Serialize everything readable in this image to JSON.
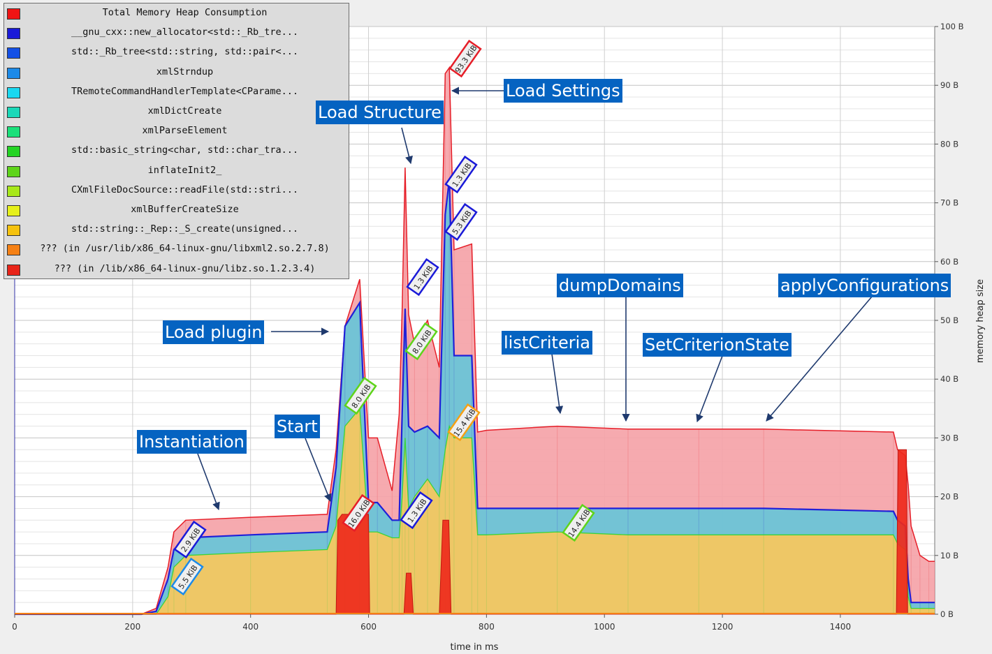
{
  "chart_data": {
    "type": "area",
    "xlabel": "time in ms",
    "ylabel": "memory heap size",
    "xlim": [
      0,
      1560
    ],
    "ylim": [
      0,
      100
    ],
    "xticks": [
      "0",
      "200",
      "400",
      "600",
      "800",
      "1000",
      "1200",
      "1400"
    ],
    "yticks": [
      "0 B",
      "10 B",
      "20 B",
      "30 B",
      "40 B",
      "50 B",
      "60 B",
      "70 B",
      "80 B",
      "90 B",
      "100 B"
    ],
    "grid": true,
    "legend_position": "top-left",
    "legend": [
      {
        "name": "Total Memory Heap Consumption",
        "color": "#f01414"
      },
      {
        "name": "__gnu_cxx::new_allocator<std::_Rb_tre...",
        "color": "#1a1ad8"
      },
      {
        "name": "std::_Rb_tree<std::string, std::pair<...",
        "color": "#1450e6"
      },
      {
        "name": "xmlStrndup",
        "color": "#1c8ae8"
      },
      {
        "name": "TRemoteCommandHandlerTemplate<CParame...",
        "color": "#1ad8f0"
      },
      {
        "name": "xmlDictCreate",
        "color": "#1ad8b8"
      },
      {
        "name": "xmlParseElement",
        "color": "#1ae07a"
      },
      {
        "name": "std::basic_string<char, std::char_tra...",
        "color": "#24d424"
      },
      {
        "name": "inflateInit2_",
        "color": "#5ed41a"
      },
      {
        "name": "CXmlFileDocSource::readFile(std::stri...",
        "color": "#a8e81a"
      },
      {
        "name": "xmlBufferCreateSize",
        "color": "#e6f01a"
      },
      {
        "name": "std::string::_Rep::_S_create(unsigned...",
        "color": "#f5c20e"
      },
      {
        "name": "??? (in /usr/lib/x86_64-linux-gnu/libxml2.so.2.7.8)",
        "color": "#f58014"
      },
      {
        "name": "??? (in /lib/x86_64-linux-gnu/libz.so.1.2.3.4)",
        "color": "#e82418"
      }
    ],
    "series": [
      {
        "name": "Total Memory Heap Consumption",
        "x": [
          0,
          215,
          240,
          260,
          270,
          290,
          400,
          530,
          545,
          560,
          585,
          600,
          615,
          640,
          652,
          657,
          662,
          668,
          678,
          700,
          720,
          730,
          737,
          745,
          775,
          785,
          800,
          920,
          1040,
          1160,
          1270,
          1490,
          1497,
          1510,
          1515,
          1520,
          1535,
          1550,
          1560
        ],
        "y": [
          0,
          0,
          1,
          8,
          14,
          16,
          16.5,
          17,
          28,
          49,
          57,
          30,
          30,
          21,
          34,
          52,
          76,
          51,
          46,
          50,
          42,
          92,
          93,
          62,
          63,
          31,
          31.3,
          32,
          31.5,
          31.5,
          31.5,
          31,
          28,
          27,
          22,
          15,
          10,
          9,
          9
        ]
      },
      {
        "name": "__gnu_cxx::new_allocator<std::_Rb_tre...",
        "x": [
          0,
          215,
          240,
          260,
          270,
          290,
          400,
          530,
          545,
          560,
          585,
          600,
          615,
          640,
          652,
          657,
          662,
          668,
          678,
          700,
          720,
          730,
          737,
          745,
          775,
          785,
          800,
          920,
          1040,
          1160,
          1270,
          1490,
          1497,
          1510,
          1515,
          1520,
          1535,
          1550,
          1560
        ],
        "y": [
          0,
          0,
          0.5,
          6,
          11,
          13,
          13.5,
          14,
          25,
          49,
          53,
          19,
          19,
          16,
          16,
          34,
          52,
          32,
          31,
          32,
          30,
          68,
          74,
          44,
          44,
          18,
          18,
          18,
          18,
          18,
          18,
          17.5,
          16,
          15,
          6,
          2,
          2,
          2,
          2
        ]
      },
      {
        "name": "std::string::_Rep::_S_create(unsigned...",
        "x": [
          0,
          215,
          240,
          260,
          270,
          290,
          400,
          530,
          545,
          560,
          585,
          600,
          615,
          640,
          652,
          657,
          662,
          668,
          678,
          700,
          720,
          730,
          737,
          745,
          775,
          785,
          800,
          920,
          1040,
          1160,
          1270,
          1490,
          1497,
          1510,
          1515,
          1520,
          1535,
          1550,
          1560
        ],
        "y": [
          0,
          0,
          0,
          3,
          8,
          10,
          10.5,
          11,
          15,
          32,
          35,
          14,
          14,
          13,
          13,
          20,
          30,
          18,
          20,
          23,
          20,
          28,
          32,
          30,
          30,
          13.5,
          13.5,
          14,
          13.5,
          13.5,
          13.5,
          13.5,
          12,
          11,
          3,
          1,
          1,
          1,
          1
        ]
      },
      {
        "name": "??? (in /lib/x86_64-linux-gnu/libz.so.1.2.3.4)",
        "x": [
          0,
          545,
          548,
          555,
          600,
          602,
          660,
          664,
          672,
          676,
          720,
          726,
          736,
          740,
          1495,
          1498,
          1512,
          1514,
          1560
        ],
        "y": [
          0,
          0,
          16,
          17,
          17,
          0,
          0,
          7,
          7,
          0,
          0,
          16,
          16,
          0,
          0,
          28,
          28,
          0,
          0
        ]
      }
    ],
    "annotations": [
      "2.9 KiB",
      "5.5 KiB",
      "16.0 KiB",
      "8.0 KiB",
      "1.3 KiB",
      "1.3 KiB",
      "8.0 KiB",
      "1.3 KiB",
      "5.3 KiB",
      "15.4 KiB",
      "93.3 KiB",
      "14.4 KiB"
    ]
  },
  "callouts": [
    "Load Settings",
    "Load Structure",
    "Load plugin",
    "Start",
    "Instantiation",
    "listCriteria",
    "dumpDomains",
    "SetCriterionState",
    "applyConfigurations"
  ]
}
